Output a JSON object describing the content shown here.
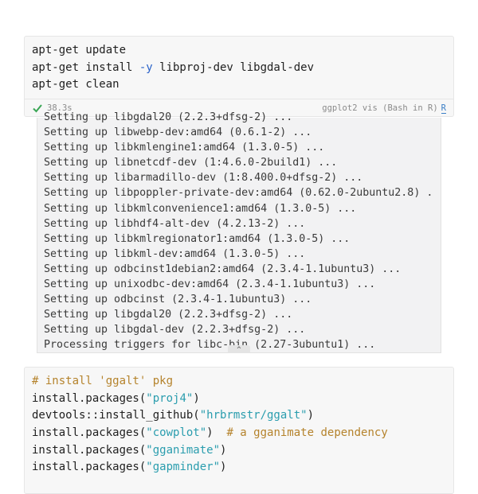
{
  "cell1": {
    "lines": [
      [
        {
          "t": "apt-get update",
          "c": ""
        }
      ],
      [
        {
          "t": "apt-get install ",
          "c": ""
        },
        {
          "t": "-y",
          "c": "kw"
        },
        {
          "t": " libproj-dev libgdal-dev",
          "c": ""
        }
      ],
      [
        {
          "t": "apt-get clean",
          "c": ""
        }
      ]
    ],
    "status": {
      "icon": "check-icon",
      "duration": "38.3s",
      "visibility": "ggplot2 vis (Bash in R)",
      "language": "R"
    }
  },
  "output": {
    "lines": [
      "Setting up libgdal20 (2.2.3+dfsg-2) ...",
      "Setting up libwebp-dev:amd64 (0.6.1-2) ...",
      "Setting up libkmlengine1:amd64 (1.3.0-5) ...",
      "Setting up libnetcdf-dev (1:4.6.0-2build1) ...",
      "Setting up libarmadillo-dev (1:8.400.0+dfsg-2) ...",
      "Setting up libpoppler-private-dev:amd64 (0.62.0-2ubuntu2.8) .",
      "Setting up libkmlconvenience1:amd64 (1.3.0-5) ...",
      "Setting up libhdf4-alt-dev (4.2.13-2) ...",
      "Setting up libkmlregionator1:amd64 (1.3.0-5) ...",
      "Setting up libkml-dev:amd64 (1.3.0-5) ...",
      "Setting up odbcinst1debian2:amd64 (2.3.4-1.1ubuntu3) ...",
      "Setting up unixodbc-dev:amd64 (2.3.4-1.1ubuntu3) ...",
      "Setting up odbcinst (2.3.4-1.1ubuntu3) ...",
      "Setting up libgdal20 (2.2.3+dfsg-2) ...",
      "Setting up libgdal-dev (2.2.3+dfsg-2) ...",
      "Processing triggers for libc-bin (2.27-3ubuntu1) ..."
    ],
    "collapse_glyph": "^"
  },
  "cell2": {
    "lines": [
      [
        {
          "t": "# install 'ggalt' pkg",
          "c": "cmt"
        }
      ],
      [
        {
          "t": "install.packages(",
          "c": ""
        },
        {
          "t": "\"proj4\"",
          "c": "str"
        },
        {
          "t": ")",
          "c": ""
        }
      ],
      [
        {
          "t": "devtools::install_github(",
          "c": ""
        },
        {
          "t": "\"hrbrmstr/ggalt\"",
          "c": "str"
        },
        {
          "t": ")",
          "c": ""
        }
      ],
      [
        {
          "t": "install.packages(",
          "c": ""
        },
        {
          "t": "\"cowplot\"",
          "c": "str"
        },
        {
          "t": ")  ",
          "c": ""
        },
        {
          "t": "# a gganimate dependency",
          "c": "cmt"
        }
      ],
      [
        {
          "t": "install.packages(",
          "c": ""
        },
        {
          "t": "\"gganimate\"",
          "c": "str"
        },
        {
          "t": ")",
          "c": ""
        }
      ],
      [
        {
          "t": "install.packages(",
          "c": ""
        },
        {
          "t": "\"gapminder\"",
          "c": "str"
        },
        {
          "t": ")",
          "c": ""
        }
      ]
    ]
  },
  "colors": {
    "keyword": "#2a62c9",
    "string": "#2a9dae",
    "comment": "#b5832c",
    "success": "#3aa655"
  }
}
